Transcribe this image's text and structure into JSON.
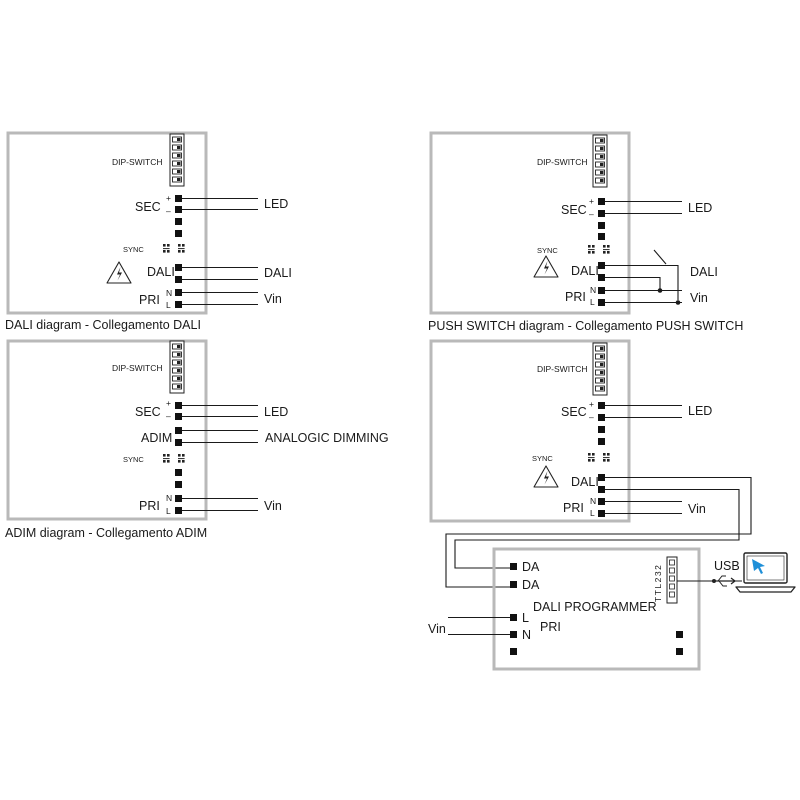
{
  "dip_switch_label": "DIP-SWITCH",
  "dali_diagram": {
    "caption": "DALI diagram - Collegamento DALI",
    "sec": "SEC",
    "plus": "+",
    "minus": "–",
    "led": "LED",
    "sync": "SYNC",
    "dali_left": "DALI",
    "dali_right": "DALI",
    "pri": "PRI",
    "n": "N",
    "l": "L",
    "vin": "Vin"
  },
  "push_diagram": {
    "caption": "PUSH SWITCH diagram - Collegamento PUSH SWITCH",
    "sec": "SEC",
    "plus": "+",
    "minus": "–",
    "led": "LED",
    "sync": "SYNC",
    "dali_left": "DALI",
    "dali_right": "DALI",
    "pri": "PRI",
    "n": "N",
    "l": "L",
    "vin": "Vin"
  },
  "adim_diagram": {
    "caption": "ADIM diagram - Collegamento ADIM",
    "sec": "SEC",
    "plus": "+",
    "minus": "–",
    "led": "LED",
    "adim": "ADIM",
    "analogic": "ANALOGIC DIMMING",
    "sync": "SYNC",
    "pri": "PRI",
    "n": "N",
    "l": "L",
    "vin": "Vin"
  },
  "programmer_diagram": {
    "sec": "SEC",
    "plus": "+",
    "minus": "–",
    "led": "LED",
    "sync": "SYNC",
    "dali": "DALI",
    "pri": "PRI",
    "n": "N",
    "l": "L",
    "vin": "Vin",
    "programmer": {
      "title": "DALI PROGRAMMER",
      "da1": "DA",
      "da2": "DA",
      "l": "L",
      "n": "N",
      "pri": "PRI",
      "vin": "Vin",
      "ttl": "TTL232",
      "usb": "USB"
    }
  }
}
